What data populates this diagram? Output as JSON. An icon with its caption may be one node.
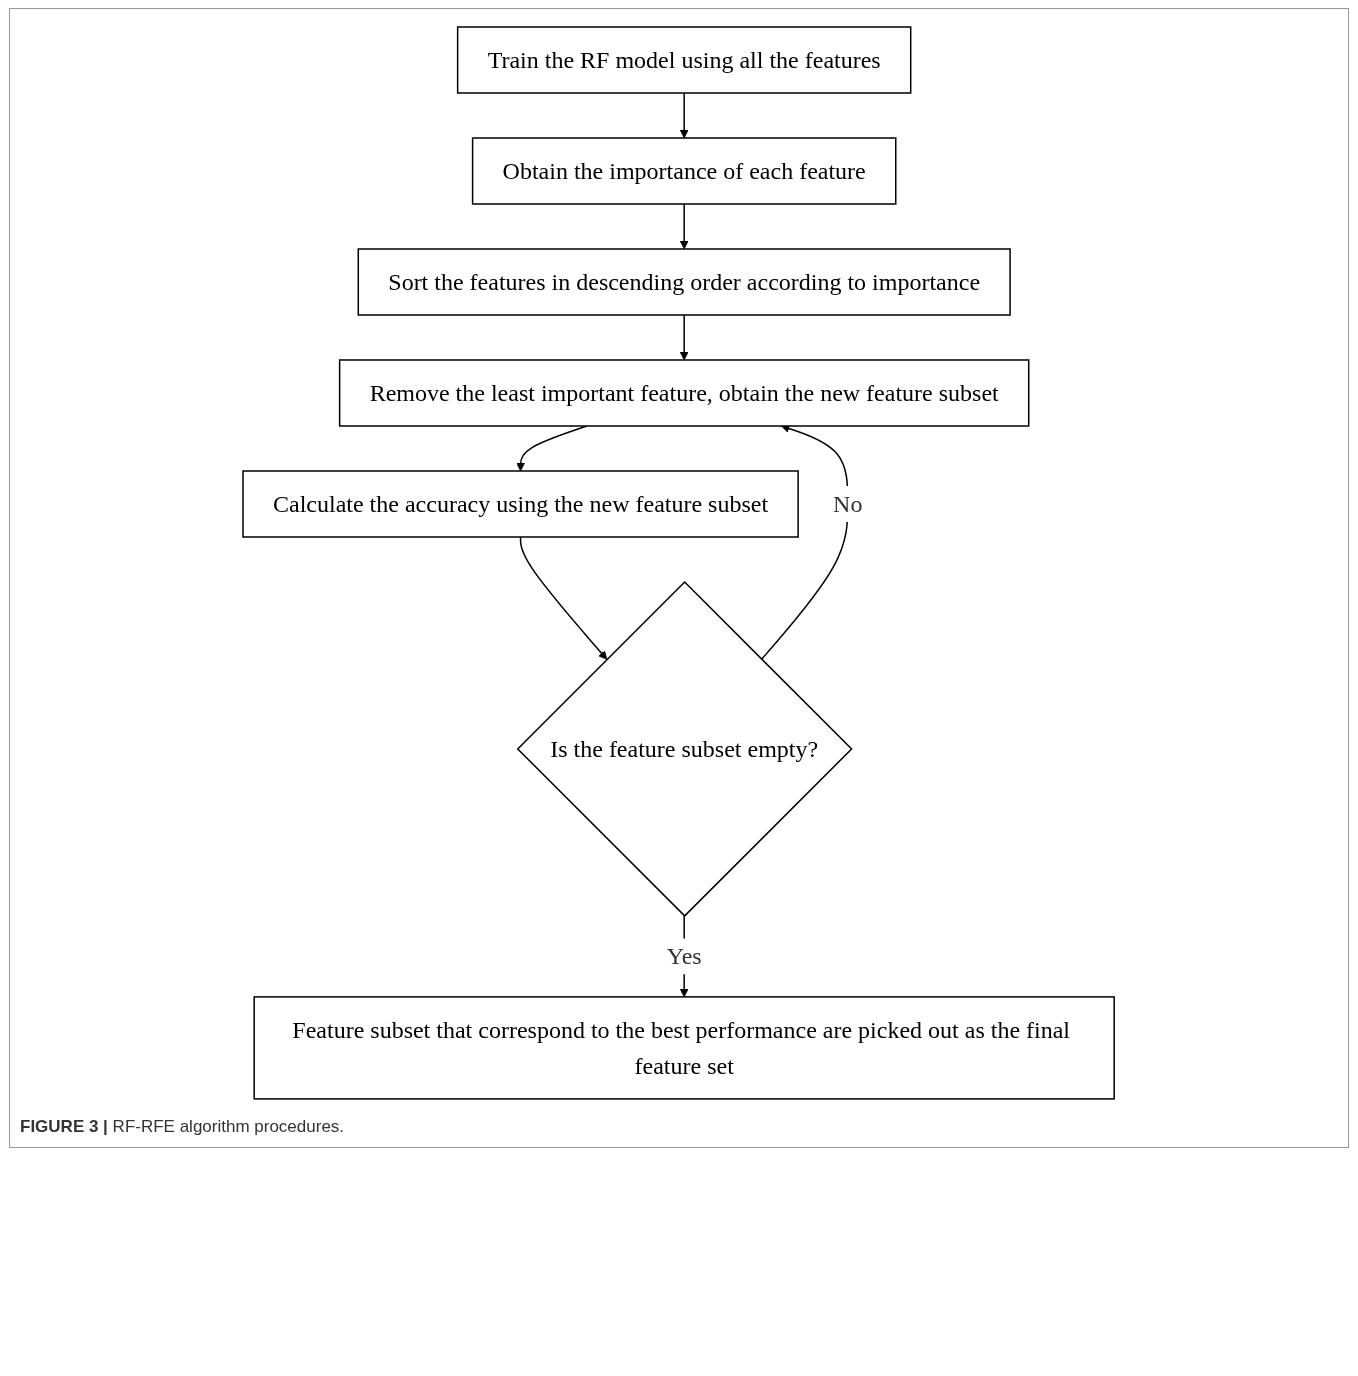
{
  "diagram": {
    "caption": "**FIGURE 3 |** RF-RFE algorithm procedures.",
    "nodes": [
      {
        "text": [
          "Train the RF model using all the features"
        ]
      },
      {
        "text": [
          "Obtain the importance of each feature"
        ]
      },
      {
        "text": [
          "Sort the features in descending order according to importance"
        ]
      },
      {
        "text": [
          "Remove the least important feature, obtain the new feature subset"
        ]
      },
      {
        "text": [
          "Calculate the accuracy using the new feature subset"
        ]
      },
      {
        "text": [
          "Is the feature subset empty?"
        ]
      },
      {
        "text": [
          "Feature subset that correspond to the best performance are picked out as the final feature set"
        ]
      }
    ],
    "edges": [
      {
        "from": 0,
        "to": 1,
        "arrow": "to"
      },
      {
        "from": 1,
        "to": 2,
        "arrow": "to"
      },
      {
        "from": 2,
        "to": 3,
        "arrow": "to"
      },
      {
        "from": 3,
        "to": 4,
        "arrow": "to"
      },
      {
        "from": 4,
        "to": 5,
        "arrow": "to"
      },
      {
        "from": 5,
        "to": 3,
        "label": "No",
        "arrow": "to"
      },
      {
        "from": 5,
        "to": 6,
        "label": "Yes",
        "arrow": "to"
      }
    ]
  }
}
